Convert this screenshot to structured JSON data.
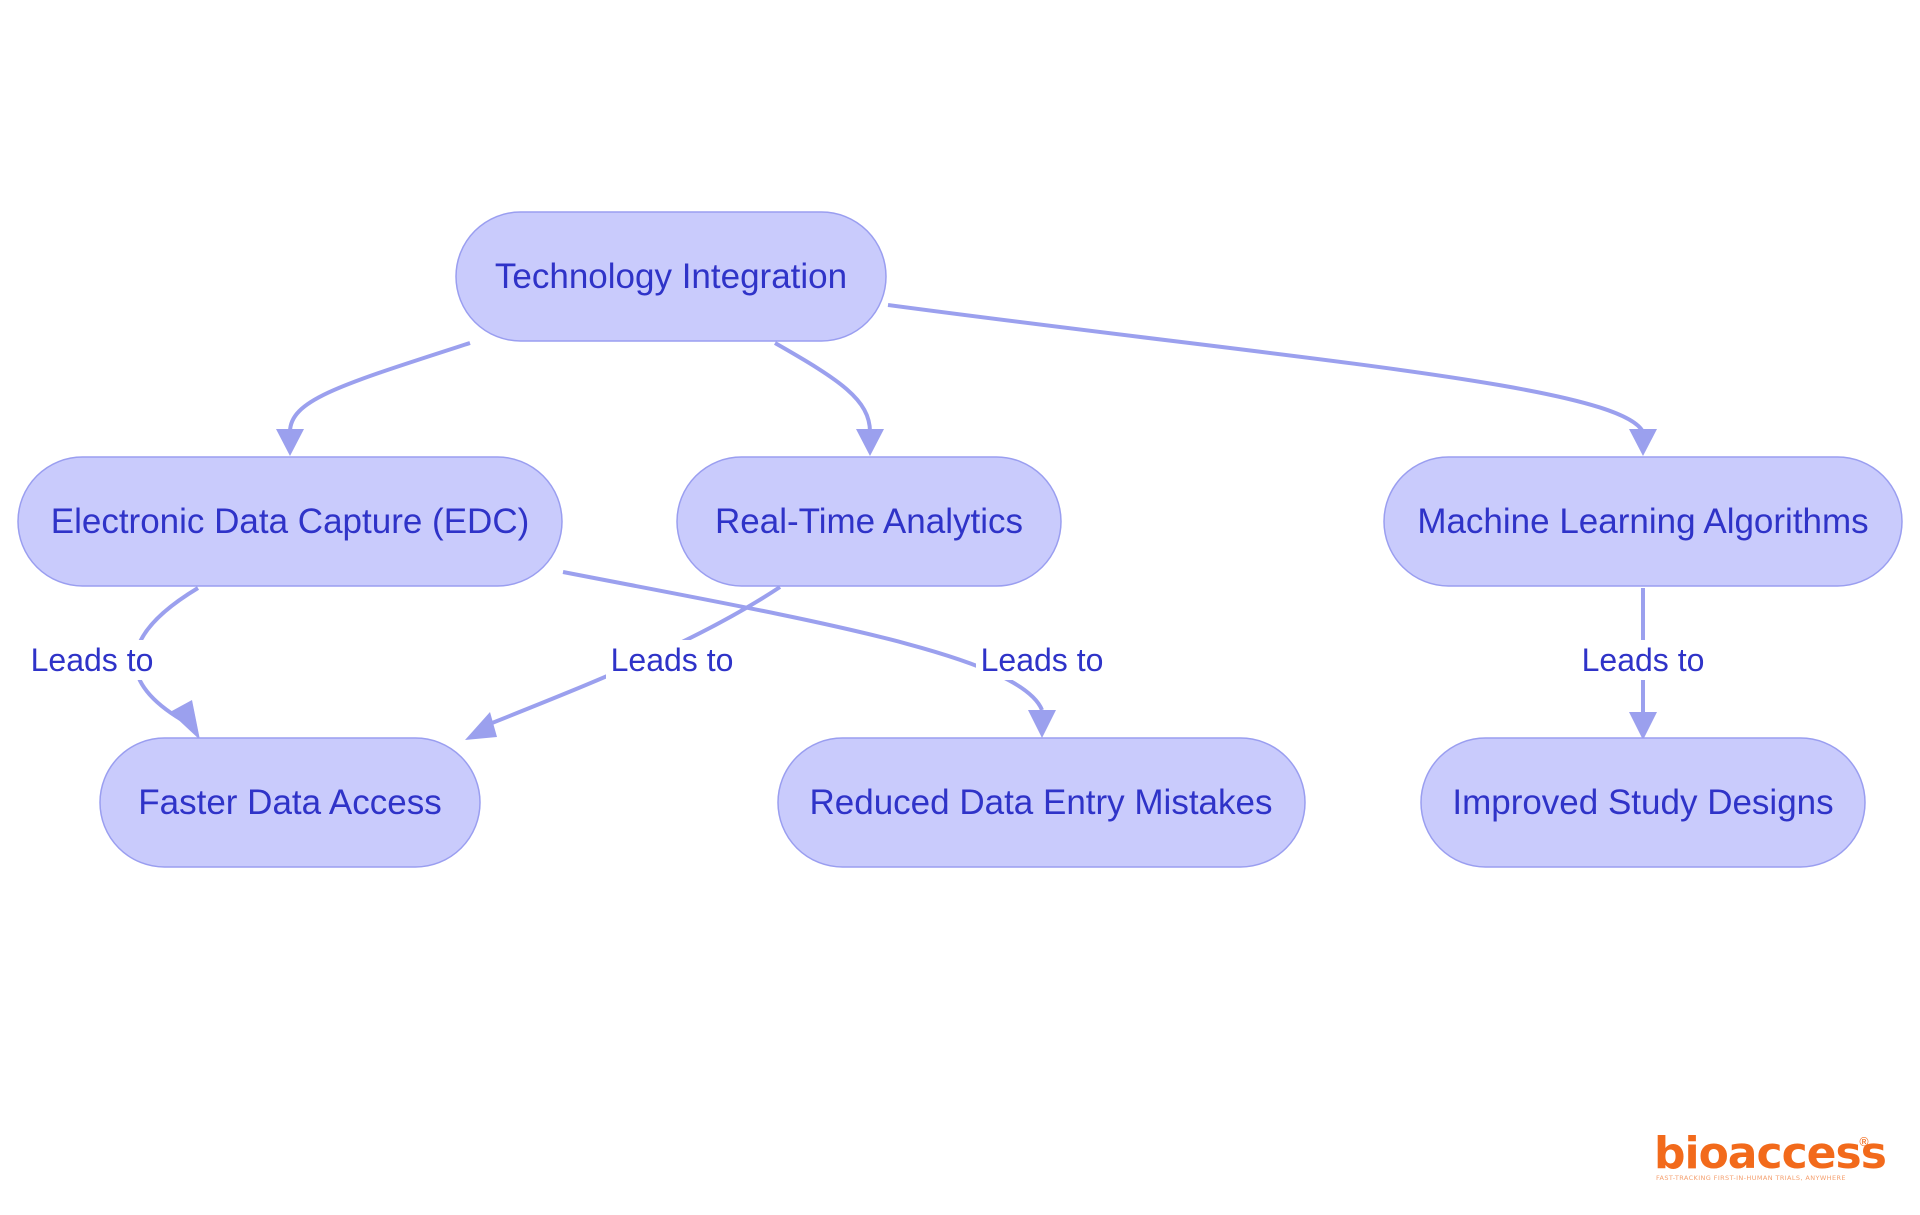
{
  "diagram": {
    "nodes": {
      "technology_integration": "Technology Integration",
      "edc": "Electronic Data Capture (EDC)",
      "real_time_analytics": "Real-Time Analytics",
      "machine_learning": "Machine Learning Algorithms",
      "faster_data_access": "Faster Data Access",
      "reduced_mistakes": "Reduced Data Entry Mistakes",
      "improved_designs": "Improved Study Designs"
    },
    "edges": [
      {
        "from": "technology_integration",
        "to": "edc",
        "label": ""
      },
      {
        "from": "technology_integration",
        "to": "real_time_analytics",
        "label": ""
      },
      {
        "from": "technology_integration",
        "to": "machine_learning",
        "label": ""
      },
      {
        "from": "edc",
        "to": "faster_data_access",
        "label": "Leads to"
      },
      {
        "from": "real_time_analytics",
        "to": "faster_data_access",
        "label": "Leads to"
      },
      {
        "from": "edc",
        "to": "reduced_mistakes",
        "label": "Leads to"
      },
      {
        "from": "machine_learning",
        "to": "improved_designs",
        "label": "Leads to"
      }
    ],
    "colors": {
      "node_fill": "#c9cbfc",
      "node_border": "#9a9ef0",
      "text": "#2f33c8",
      "edge": "#9ba0ee"
    }
  },
  "logo": {
    "name": "bioaccess",
    "mark": "®",
    "tagline": "FAST-TRACKING FIRST-IN-HUMAN TRIALS, ANYWHERE",
    "color": "#f26a1b"
  }
}
